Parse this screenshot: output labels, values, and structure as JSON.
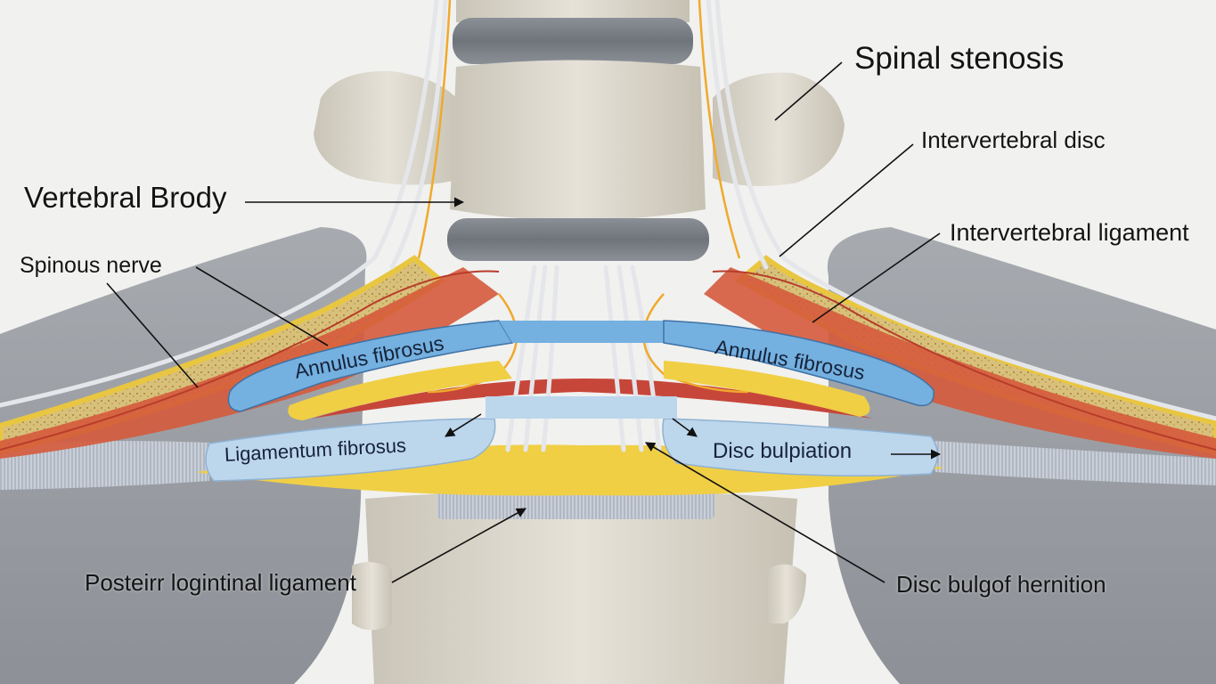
{
  "title": "Spinal stenosis",
  "callouts": {
    "vertebral_body": "Vertebral Brody",
    "spinous_nerve": "Spinous nerve",
    "intervertebral_disc": "Intervertebral disc",
    "intervertebral_ligament": "Intervertebral ligament",
    "posterior_ligament": "Posteirr logintinal ligament",
    "disc_bulge": "Disc bulgof hernition"
  },
  "inlays": {
    "annulus_left": "Annulus fibrosus",
    "annulus_right": "Annulus fibrosus",
    "ligamentum": "Ligamentum fibrosus",
    "disc_bulpiation": "Disc bulpiation"
  },
  "colors": {
    "background": "#f1f1ef",
    "bone": "#d9d5ca",
    "disc": "#7d8289",
    "muscle": "#9a9ea4",
    "annulus": "#74b0e0",
    "ligament_blue": "#bcd6ec",
    "fat_yellow": "#f0cf45",
    "nerve_red": "#d55a3c",
    "nerve_white": "#e4e6ea",
    "label_text": "#141414"
  }
}
